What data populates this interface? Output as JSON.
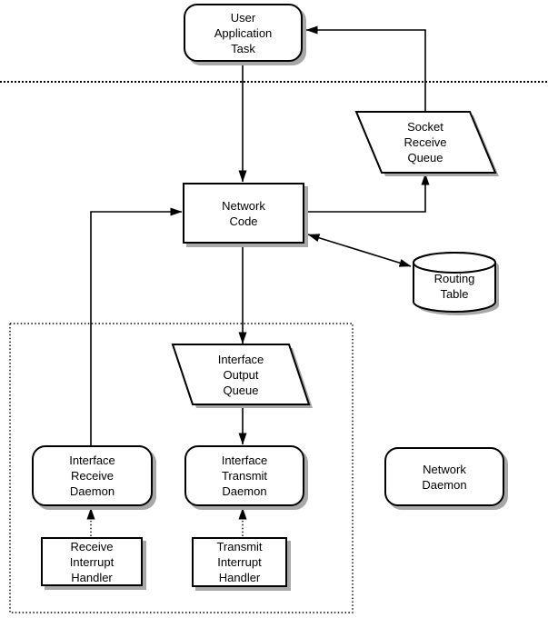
{
  "colors": {
    "stroke": "#000000",
    "node_fill": "#ffffff",
    "shadow": "#a8a8a8",
    "background": "#ffffff"
  },
  "nodes": {
    "user_application_task": {
      "shape": "rounded-rect",
      "label": "User Application Task",
      "lines": [
        "User",
        "Application",
        "Task"
      ]
    },
    "socket_receive_queue": {
      "shape": "parallelogram",
      "label": "Socket Receive Queue",
      "lines": [
        "Socket",
        "Receive",
        "Queue"
      ]
    },
    "network_code": {
      "shape": "rect",
      "label": "Network Code",
      "lines": [
        "Network",
        "Code"
      ]
    },
    "routing_table": {
      "shape": "cylinder",
      "label": "Routing Table",
      "lines": [
        "Routing",
        "Table"
      ]
    },
    "interface_output_queue": {
      "shape": "parallelogram",
      "label": "Interface Output Queue",
      "lines": [
        "Interface",
        "Output",
        "Queue"
      ]
    },
    "interface_receive_daemon": {
      "shape": "rounded-rect",
      "label": "Interface Receive Daemon",
      "lines": [
        "Interface",
        "Receive",
        "Daemon"
      ]
    },
    "interface_transmit_daemon": {
      "shape": "rounded-rect",
      "label": "Interface Transmit Daemon",
      "lines": [
        "Interface",
        "Transmit",
        "Daemon"
      ]
    },
    "network_daemon": {
      "shape": "rounded-rect",
      "label": "Network Daemon",
      "lines": [
        "Network",
        "Daemon"
      ]
    },
    "receive_interrupt_handler": {
      "shape": "rect",
      "label": "Receive Interrupt Handler",
      "lines": [
        "Receive",
        "Interrupt",
        "Handler"
      ]
    },
    "transmit_interrupt_handler": {
      "shape": "rect",
      "label": "Transmit Interrupt Handler",
      "lines": [
        "Transmit",
        "Interrupt",
        "Handler"
      ]
    }
  },
  "edges": [
    {
      "from": "user_application_task",
      "to": "network_code",
      "style": "solid",
      "arrow": "to"
    },
    {
      "from": "network_code",
      "to": "interface_output_queue",
      "style": "solid",
      "arrow": "to"
    },
    {
      "from": "interface_output_queue",
      "to": "interface_transmit_daemon",
      "style": "solid",
      "arrow": "to"
    },
    {
      "from": "interface_receive_daemon",
      "to": "network_code",
      "style": "solid",
      "arrow": "to"
    },
    {
      "from": "network_code",
      "to": "socket_receive_queue",
      "style": "solid",
      "arrow": "to"
    },
    {
      "from": "socket_receive_queue",
      "to": "user_application_task",
      "style": "solid",
      "arrow": "to"
    },
    {
      "from": "network_code",
      "to": "routing_table",
      "style": "solid",
      "arrow": "both"
    },
    {
      "from": "receive_interrupt_handler",
      "to": "interface_receive_daemon",
      "style": "dotted",
      "arrow": "to"
    },
    {
      "from": "transmit_interrupt_handler",
      "to": "interface_transmit_daemon",
      "style": "dotted",
      "arrow": "to"
    }
  ],
  "separators": [
    {
      "type": "dotted-line",
      "orientation": "horizontal"
    },
    {
      "type": "dotted-rect"
    }
  ]
}
